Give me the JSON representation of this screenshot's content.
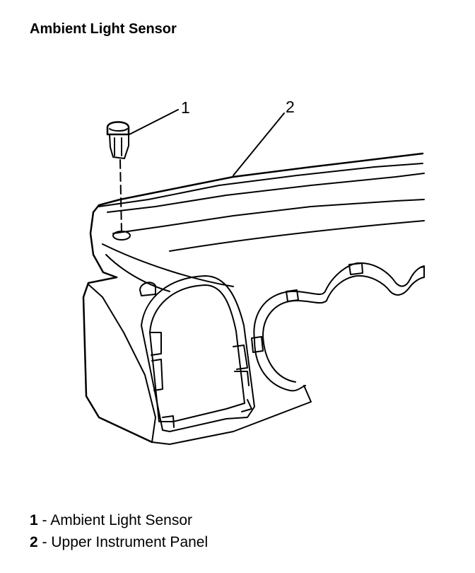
{
  "title": "Ambient Light Sensor",
  "callouts": [
    {
      "number": "1"
    },
    {
      "number": "2"
    }
  ],
  "legend": [
    {
      "number": "1",
      "separator": " - ",
      "label": "Ambient Light Sensor"
    },
    {
      "number": "2",
      "separator": " - ",
      "label": "Upper Instrument Panel"
    }
  ]
}
